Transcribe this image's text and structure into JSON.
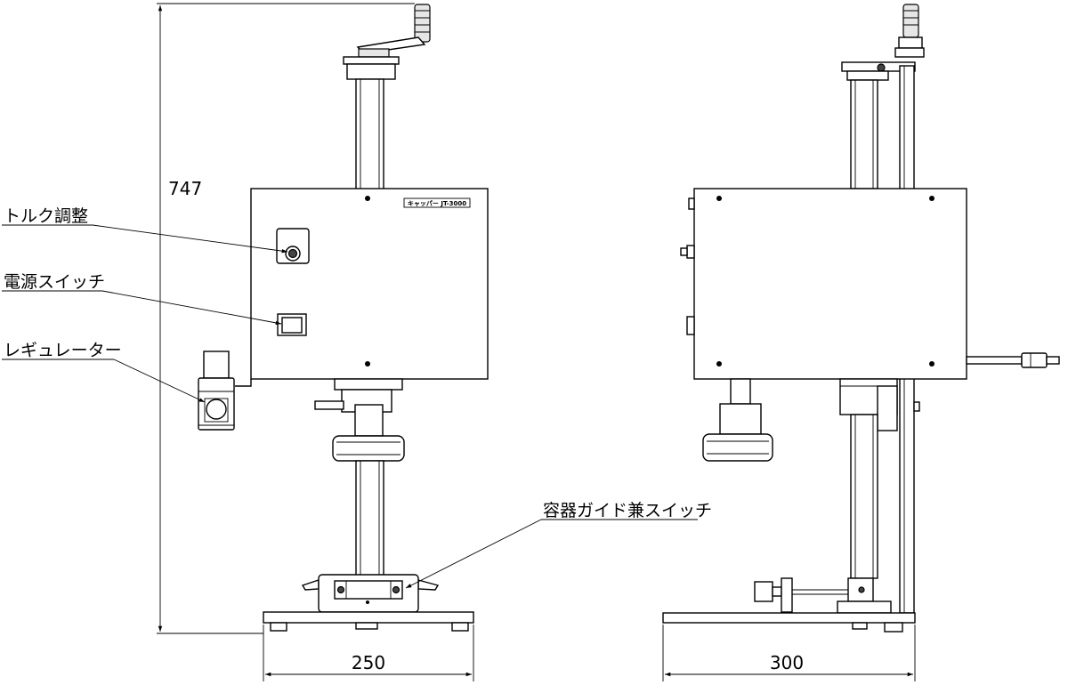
{
  "labels": {
    "torque": "トルク調整",
    "power_switch": "電源スイッチ",
    "regulator": "レギュレーター",
    "container_guide": "容器ガイド兼スイッチ"
  },
  "nameplate": "キャッパー JT-3000",
  "dimensions": {
    "height": "747",
    "front_width": "250",
    "side_width": "300"
  }
}
